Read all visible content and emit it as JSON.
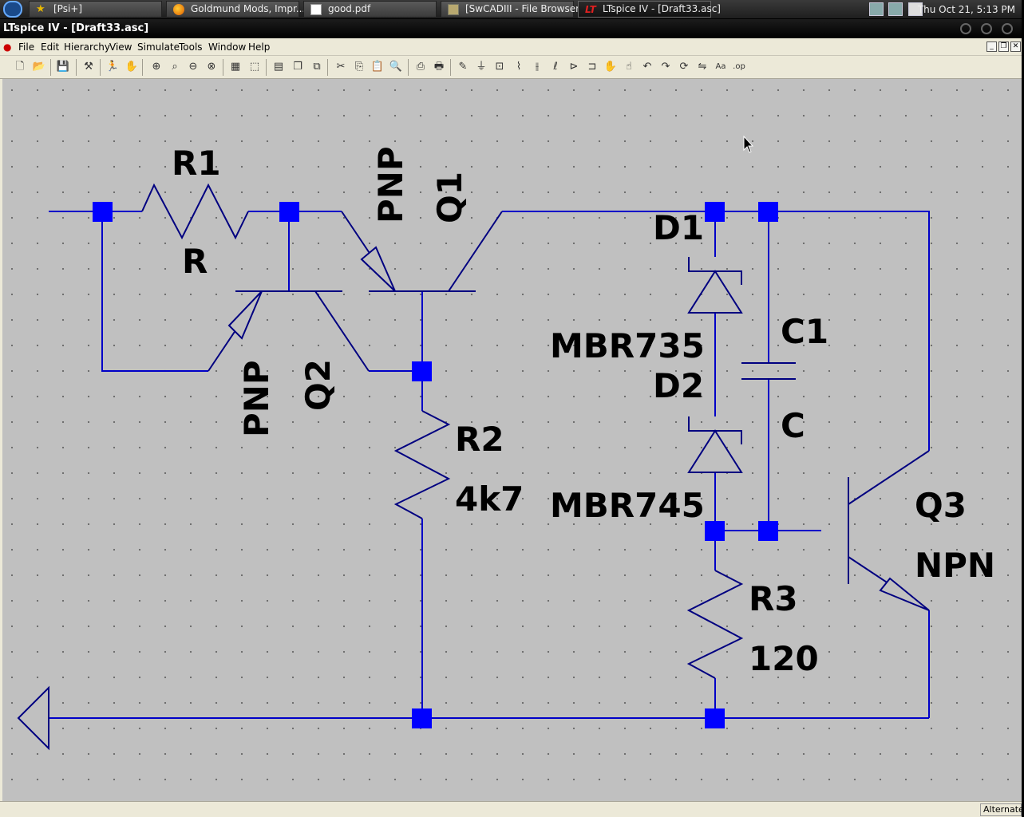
{
  "taskbar": {
    "tasks": [
      {
        "label": "[Psi+]",
        "icon": "star-icon"
      },
      {
        "label": "Goldmund Mods, Impr...",
        "icon": "firefox-icon"
      },
      {
        "label": "good.pdf",
        "icon": "document-icon"
      },
      {
        "label": "[SwCADIII - File Browser]",
        "icon": "folder-icon"
      },
      {
        "label": "LTspice IV - [Draft33.asc]",
        "icon": "ltspice-icon"
      }
    ],
    "clock": "Thu Oct 21,  5:13 PM"
  },
  "window": {
    "title": "LTspice IV - [Draft33.asc]"
  },
  "menu": [
    "File",
    "Edit",
    "Hierarchy",
    "View",
    "Simulate",
    "Tools",
    "Window",
    "Help"
  ],
  "toolbar": [
    "new-schematic-icon",
    "open-icon",
    "save-icon",
    "control-panel-icon",
    "run-icon",
    "pan-icon",
    "zoom-in-icon",
    "zoom-full-icon",
    "zoom-out-icon",
    "zoom-cancel-icon",
    "autorange-icon",
    "mark-icon",
    "tile-icon",
    "cascade-icon",
    "close-windows-icon",
    "cut-icon",
    "copy-icon",
    "paste-icon",
    "find-icon",
    "print-preview-icon",
    "print-icon",
    "wire-icon",
    "ground-icon",
    "label-net-icon",
    "resistor-icon",
    "capacitor-icon",
    "inductor-icon",
    "diode-icon",
    "component-icon",
    "move-icon",
    "drag-icon",
    "undo-icon",
    "redo-icon",
    "rotate-icon",
    "mirror-icon",
    "text-icon",
    "spice-directive-icon"
  ],
  "schematic": {
    "labels": {
      "r1_name": "R1",
      "r1_value": "R",
      "q1_name": "Q1",
      "q1_model": "PNP",
      "q2_name": "Q2",
      "q2_model": "PNP",
      "r2_name": "R2",
      "r2_value": "4k7",
      "d1_name": "D1",
      "d1_model": "MBR735",
      "d2_name": "D2",
      "d2_model": "MBR745",
      "c1_name": "C1",
      "c1_value": "C",
      "r3_name": "R3",
      "r3_value": "120",
      "q3_name": "Q3",
      "q3_model": "NPN"
    }
  },
  "status": {
    "mode": "Alternate"
  },
  "colors": {
    "wire": "#0000c8",
    "junction": "#0000ff",
    "component": "#000080",
    "canvas": "#c0c0c0"
  }
}
